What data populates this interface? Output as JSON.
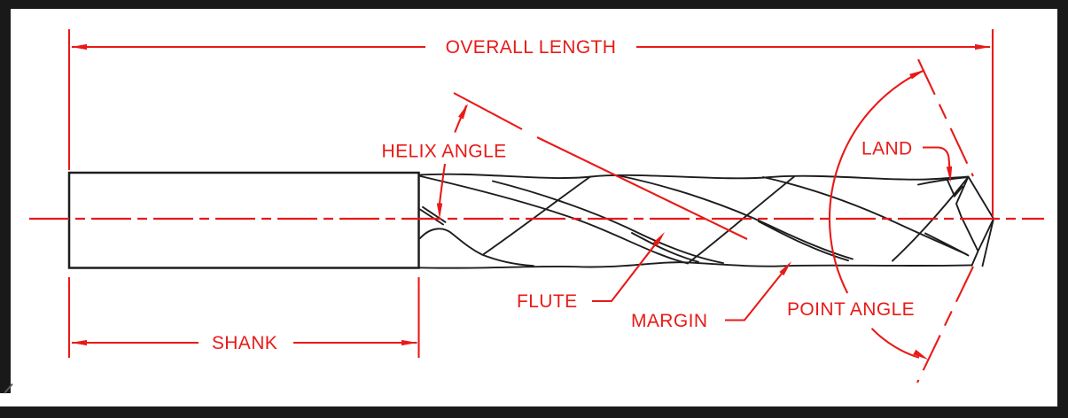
{
  "diagram": {
    "type": "technical-drawing",
    "dimension_labels": {
      "overall_length": "OVERALL LENGTH",
      "shank": "SHANK"
    },
    "angle_labels": {
      "helix_angle": "HELIX ANGLE",
      "point_angle": "POINT ANGLE"
    },
    "feature_labels": {
      "land": "LAND",
      "flute": "FLUTE",
      "margin": "MARGIN"
    },
    "colors": {
      "annotation": "#e81a17",
      "drawing_line": "#1d1d1d",
      "frame": "#191919",
      "background": "#ffffff"
    }
  }
}
